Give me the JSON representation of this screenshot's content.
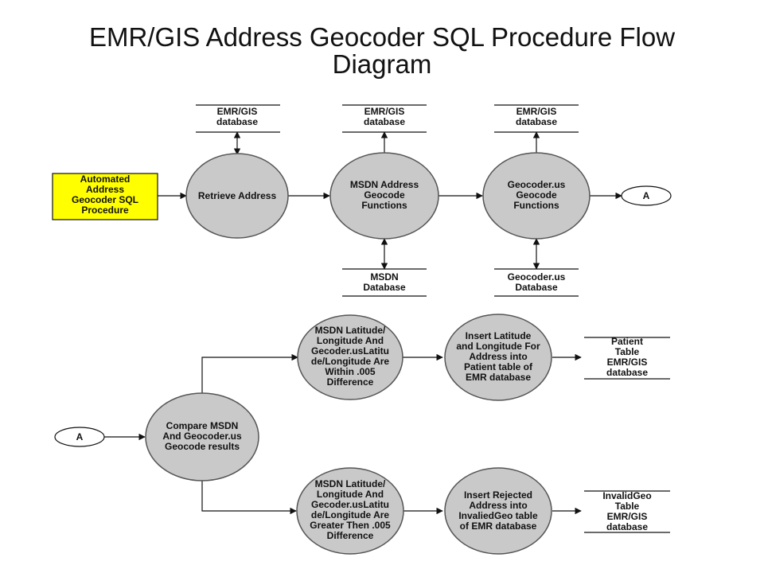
{
  "title": {
    "line1": "EMR/GIS Address  Geocoder SQL Procedure Flow",
    "line2": "Diagram"
  },
  "start": {
    "lines": [
      "Automated",
      "Address",
      "Geocoder SQL",
      "Procedure"
    ],
    "fill": "#ffff00"
  },
  "processes": {
    "retrieve": {
      "lines": [
        "Retrieve Address"
      ]
    },
    "msdn_functions": {
      "lines": [
        "MSDN Address",
        "Geocode",
        "Functions"
      ]
    },
    "geocoder_functions": {
      "lines": [
        "Geocoder.us",
        "Geocode",
        "Functions"
      ]
    },
    "compare": {
      "lines": [
        "Compare MSDN",
        "And Geocoder.us",
        "Geocode results"
      ]
    },
    "within": {
      "lines": [
        "MSDN Latitude/",
        "Longitude And",
        "Gecoder.usLatitu",
        "de/Longitude Are",
        "Within .005",
        "Difference"
      ]
    },
    "greater": {
      "lines": [
        "MSDN Latitude/",
        "Longitude And",
        "Gecoder.usLatitu",
        "de/Longitude Are",
        "Greater Then .005",
        "Difference"
      ]
    },
    "insert_latlong": {
      "lines": [
        "Insert Latitude",
        "and Longitude For",
        "Address into",
        "Patient table of",
        "EMR database"
      ]
    },
    "insert_rejected": {
      "lines": [
        "Insert Rejected",
        "Address into",
        "InvaliedGeo  table",
        "of EMR database"
      ]
    }
  },
  "stores": {
    "emr_gis_1": {
      "lines": [
        "EMR/GIS",
        "database"
      ]
    },
    "emr_gis_2": {
      "lines": [
        "EMR/GIS",
        "database"
      ]
    },
    "emr_gis_3": {
      "lines": [
        "EMR/GIS",
        "database"
      ]
    },
    "msdn_db": {
      "lines": [
        "MSDN",
        "Database"
      ]
    },
    "geocoder_db": {
      "lines": [
        "Geocoder.us",
        "Database"
      ]
    },
    "patient_table": {
      "lines": [
        "Patient",
        "Table",
        "EMR/GIS",
        "database"
      ]
    },
    "invalidgeo_table": {
      "lines": [
        "InvalidGeo",
        "Table",
        "EMR/GIS",
        "database"
      ]
    }
  },
  "connectors": {
    "out": {
      "label": "A"
    },
    "in": {
      "label": "A"
    }
  }
}
